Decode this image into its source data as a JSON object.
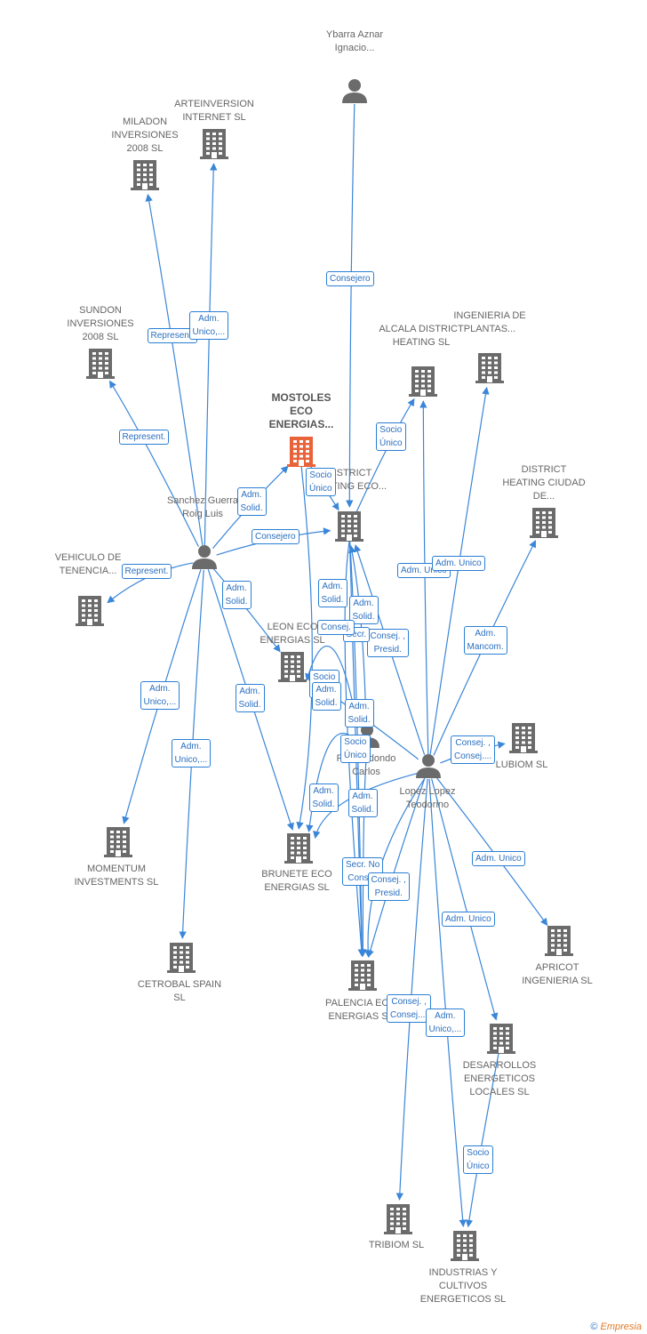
{
  "colors": {
    "edge": "#3a86d8",
    "building": "#6b6b6b",
    "building_main": "#e8623a",
    "person": "#6b6b6b"
  },
  "nodes": [
    {
      "id": "ybarra",
      "type": "person",
      "label": "Ybarra Aznar Ignacio..."
    },
    {
      "id": "arteinversion",
      "type": "company",
      "label": "ARTEINVERSION INTERNET SL"
    },
    {
      "id": "miladon",
      "type": "company",
      "label": "MILADON INVERSIONES 2008 SL"
    },
    {
      "id": "sundon",
      "type": "company",
      "label": "SUNDON INVERSIONES 2008 SL"
    },
    {
      "id": "mostoles",
      "type": "company",
      "label": "MOSTOLES ECO ENERGIAS...",
      "main": true
    },
    {
      "id": "alcala",
      "type": "company",
      "label": "ALCALA DISTRICT HEATING SL"
    },
    {
      "id": "ingenieria",
      "type": "company",
      "label": "INGENIERIA DE PLANTAS..."
    },
    {
      "id": "district_eco",
      "type": "company",
      "label": "DISTRICT HEATING ECO..."
    },
    {
      "id": "district_ciudad",
      "type": "company",
      "label": "DISTRICT HEATING CIUDAD DE..."
    },
    {
      "id": "sanchez",
      "type": "person",
      "label": "Sanchez Guerra Roig Luis"
    },
    {
      "id": "vehiculo",
      "type": "company",
      "label": "VEHICULO DE TENENCIA..."
    },
    {
      "id": "leon",
      "type": "company",
      "label": "LEON ECO ENERGIAS SL"
    },
    {
      "id": "carlos",
      "type": "person",
      "label": "Pas Redondo Carlos"
    },
    {
      "id": "lopez",
      "type": "person",
      "label": "Lopez Lopez Teodorino"
    },
    {
      "id": "lubiom",
      "type": "company",
      "label": "LUBIOM SL"
    },
    {
      "id": "momentum",
      "type": "company",
      "label": "MOMENTUM INVESTMENTS SL"
    },
    {
      "id": "brunete",
      "type": "company",
      "label": "BRUNETE ECO ENERGIAS SL"
    },
    {
      "id": "apricot",
      "type": "company",
      "label": "APRICOT INGENIERIA SL"
    },
    {
      "id": "cetrobal",
      "type": "company",
      "label": "CETROBAL SPAIN SL"
    },
    {
      "id": "palencia",
      "type": "company",
      "label": "PALENCIA ECO ENERGIAS SL"
    },
    {
      "id": "desarrollos",
      "type": "company",
      "label": "DESARROLLOS ENERGETICOS LOCALES SL"
    },
    {
      "id": "tribiom",
      "type": "company",
      "label": "TRIBIOM SL"
    },
    {
      "id": "industrias",
      "type": "company",
      "label": "INDUSTRIAS Y CULTIVOS ENERGETICOS SL"
    }
  ],
  "edges": [
    {
      "from": "ybarra",
      "to": "district_eco",
      "label": "Consejero"
    },
    {
      "from": "sanchez",
      "to": "miladon",
      "label": "Represent."
    },
    {
      "from": "sanchez",
      "to": "arteinversion",
      "label": "Adm. Unico,..."
    },
    {
      "from": "sanchez",
      "to": "sundon",
      "label": "Represent."
    },
    {
      "from": "sanchez",
      "to": "mostoles",
      "label": "Adm. Solid."
    },
    {
      "from": "sanchez",
      "to": "district_eco",
      "label": "Consejero"
    },
    {
      "from": "sanchez",
      "to": "vehiculo",
      "label": "Represent."
    },
    {
      "from": "sanchez",
      "to": "leon",
      "label": "Adm. Solid."
    },
    {
      "from": "sanchez",
      "to": "momentum",
      "label": "Adm. Unico,..."
    },
    {
      "from": "sanchez",
      "to": "cetrobal",
      "label": "Adm. Unico,..."
    },
    {
      "from": "sanchez",
      "to": "brunete",
      "label": "Adm. Solid."
    },
    {
      "from": "district_eco",
      "to": "alcala",
      "label": "Socio Único"
    },
    {
      "from": "mostoles",
      "to": "district_eco",
      "label": "Socio Único"
    },
    {
      "from": "lopez",
      "to": "alcala",
      "label": "Adm. Unico"
    },
    {
      "from": "lopez",
      "to": "ingenieria",
      "label": "Adm. Unico"
    },
    {
      "from": "lopez",
      "to": "district_ciudad",
      "label": "Adm. Mancom."
    },
    {
      "from": "carlos",
      "to": "leon",
      "label": "Adm. Solid."
    },
    {
      "from": "carlos",
      "to": "district_eco",
      "label": "Adm. Solid."
    },
    {
      "from": "lopez",
      "to": "district_eco",
      "label": "Consej. , Presid."
    },
    {
      "from": "district_eco",
      "to": "palencia",
      "label": "Secr."
    },
    {
      "from": "mostoles",
      "to": "brunete",
      "label": "Socio Único"
    },
    {
      "from": "carlos",
      "to": "brunete",
      "label": "Adm. Solid."
    },
    {
      "from": "lopez",
      "to": "leon",
      "label": "Adm. Solid."
    },
    {
      "from": "district_eco",
      "to": "palencia",
      "label": "Socio Único"
    },
    {
      "from": "lopez",
      "to": "lubiom",
      "label": "Consej. , Consej...."
    },
    {
      "from": "lopez",
      "to": "brunete",
      "label": "Adm. Solid."
    },
    {
      "from": "carlos",
      "to": "palencia",
      "label": "Adm. Solid."
    },
    {
      "from": "lopez",
      "to": "palencia",
      "label": "Secr. No Consej."
    },
    {
      "from": "lopez",
      "to": "palencia",
      "label": "Consej. , Presid."
    },
    {
      "from": "lopez",
      "to": "apricot",
      "label": "Adm. Unico"
    },
    {
      "from": "lopez",
      "to": "desarrollos",
      "label": "Adm. Unico"
    },
    {
      "from": "lopez",
      "to": "tribiom",
      "label": "Consej. , Consej...."
    },
    {
      "from": "lopez",
      "to": "industrias",
      "label": "Adm. Unico,..."
    },
    {
      "from": "desarrollos",
      "to": "industrias",
      "label": "Socio Único"
    },
    {
      "from": "district_eco",
      "to": "palencia",
      "label": "Consej."
    }
  ],
  "footer": {
    "copyright": "©",
    "brand": "Empresia"
  }
}
